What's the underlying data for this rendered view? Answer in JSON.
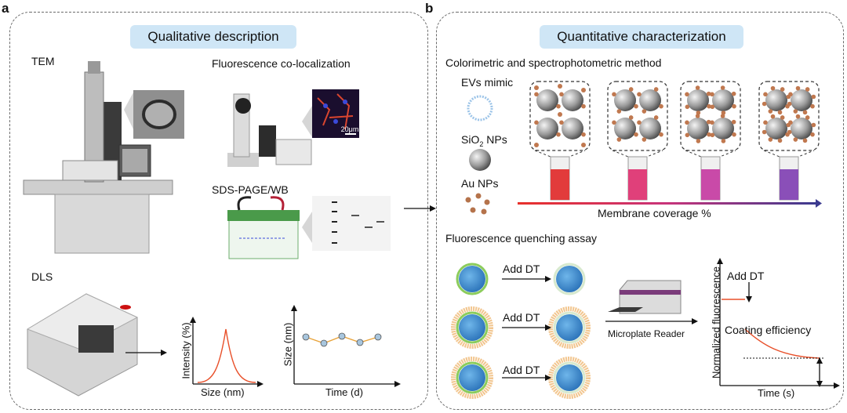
{
  "panel_a": {
    "letter": "a",
    "header": "Qualitative description",
    "tem_label": "TEM",
    "fluor_label": "Fluorescence co-localization",
    "scale_bar": "20μm",
    "sds_label": "SDS-PAGE/WB",
    "dls_label": "DLS",
    "dls_chart1": {
      "ylabel": "Intensity (%)",
      "xlabel": "Size (nm)"
    },
    "dls_chart2": {
      "ylabel": "Size (nm)",
      "xlabel": "Time (d)"
    }
  },
  "panel_b": {
    "letter": "b",
    "header": "Quantitative characterization",
    "colorimetric_title": "Colorimetric and spectrophotometric method",
    "evs_mimic": "EVs mimic",
    "sio2_label_main": "SiO",
    "sio2_label_sub": "2",
    "sio2_label_end": " NPs",
    "au_label": "Au NPs",
    "membrane_coverage": "Membrane coverage %",
    "quench_title": "Fluorescence quenching assay",
    "add_dt": "Add DT",
    "microplate": "Microplate Reader",
    "chart": {
      "ylabel": "Normalized fluorescence",
      "xlabel": "Time (s)",
      "annot_add": "Add DT",
      "annot_eff": "Coating efficiency"
    }
  },
  "colors": {
    "pill_bg": "#cfe6f6",
    "orange_curve": "#e8502a",
    "gradient_start": "#e8302a",
    "gradient_end": "#3b3a8f",
    "cuvette_colors": [
      "#e23b3b",
      "#e0407a",
      "#c94aa8",
      "#8a4fb8"
    ]
  }
}
